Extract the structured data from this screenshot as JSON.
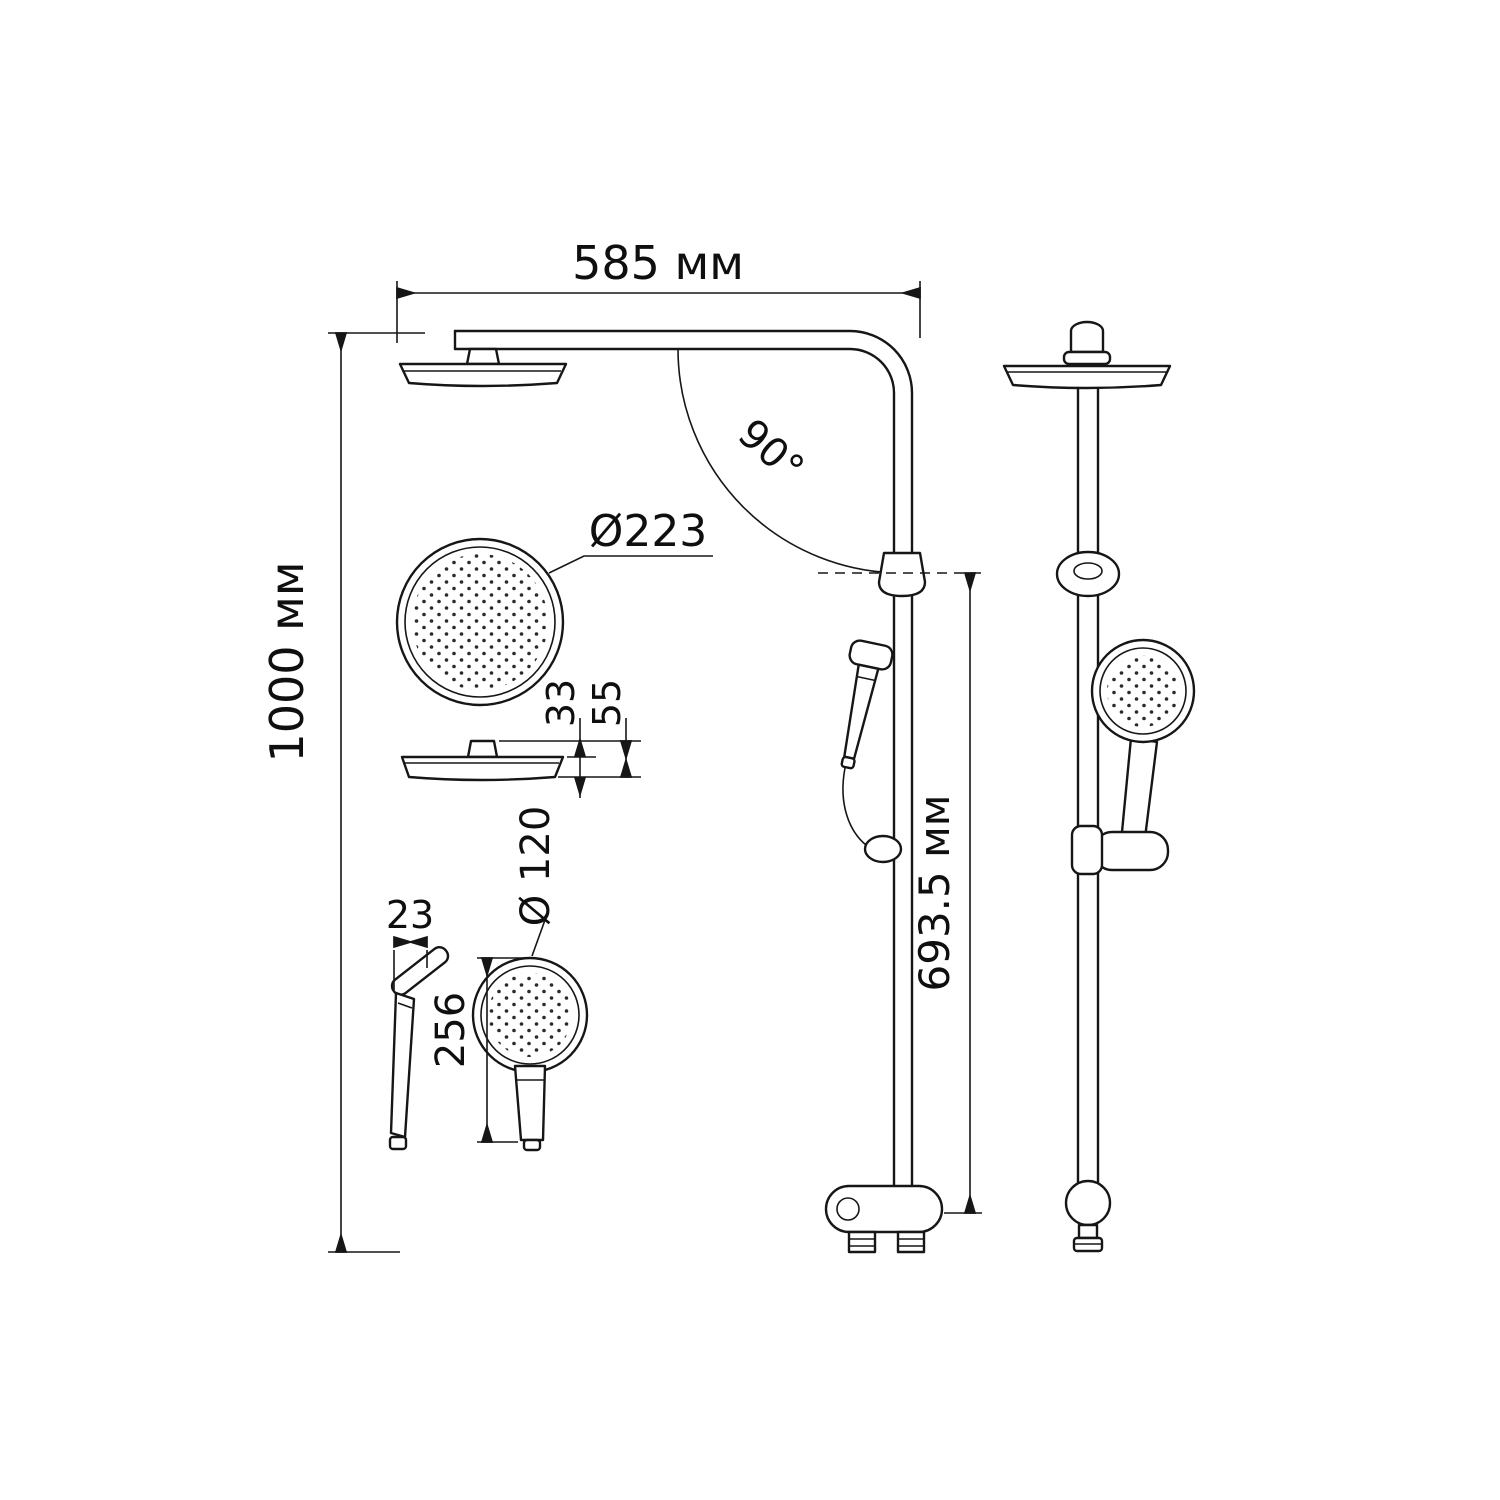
{
  "drawing": {
    "type": "technical-dimension-diagram",
    "subject": "shower column with overhead rain shower and hand shower, front and side views",
    "background_color": "#ffffff",
    "line_color": "#161616",
    "dimensions": {
      "top_width": "585 мм",
      "left_height": "1000 мм",
      "bend_angle": "90°",
      "overhead_diameter": "Ø223",
      "overhead_thickness": "33",
      "overhead_total_thickness": "55",
      "hand_shower_diameter": "Ø 120",
      "hand_shower_head_width": "23",
      "hand_shower_length": "256",
      "riser_height": "693.5 мм"
    }
  }
}
